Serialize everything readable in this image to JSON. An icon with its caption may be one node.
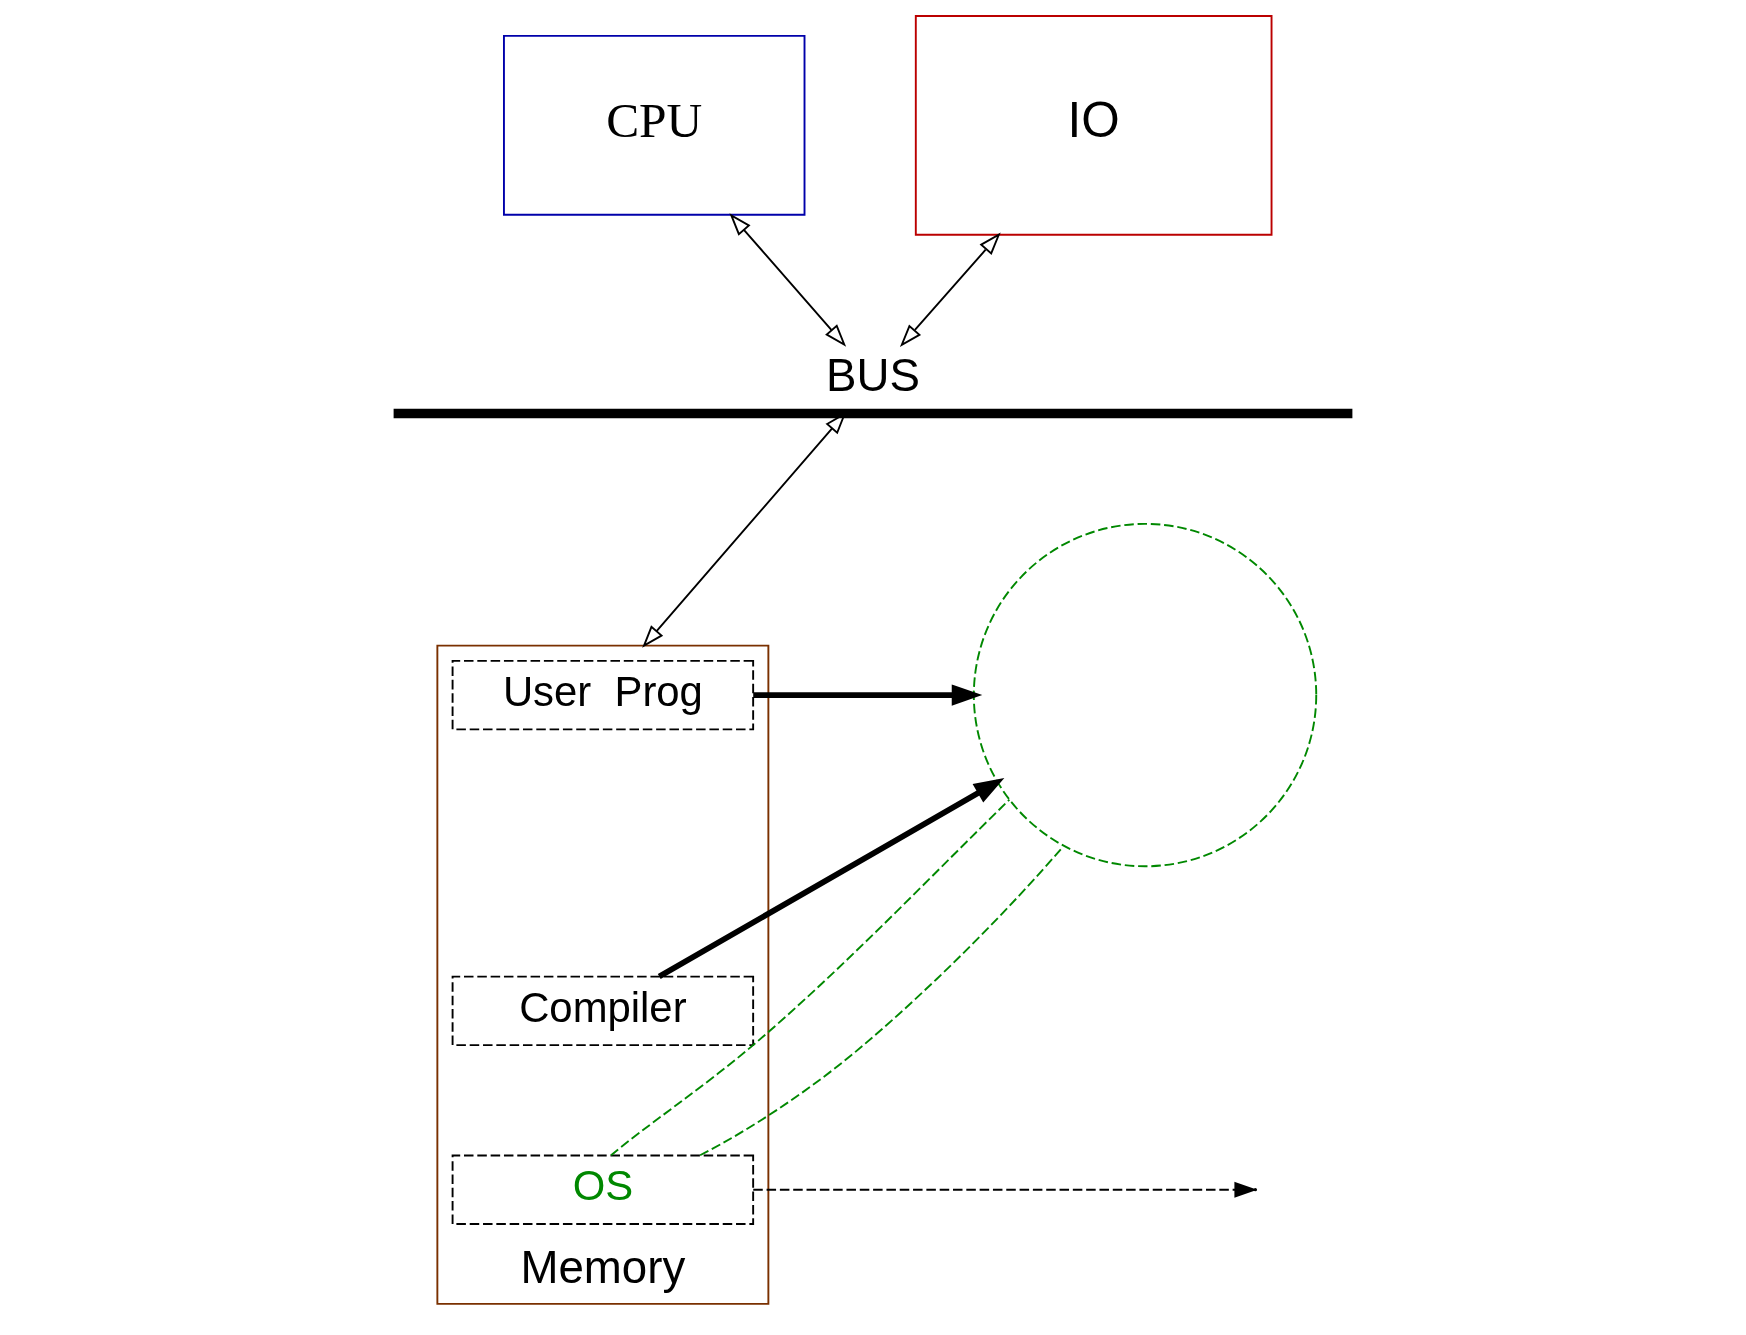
{
  "diagram": {
    "nodes": [
      {
        "text": [
          "CPU"
        ]
      },
      {
        "text": [
          "IO"
        ]
      },
      {
        "text": [
          "BUS"
        ]
      },
      {
        "text": [
          "Memory"
        ]
      },
      {
        "text": [
          "User  Prog"
        ],
        "in": 3
      },
      {
        "text": [
          "Compiler"
        ],
        "in": 3
      },
      {
        "text": [
          "OS"
        ],
        "in": 3
      },
      {
        "text": [],
        "shape": "circle"
      }
    ],
    "edges": [
      {
        "from": 0,
        "to": 2,
        "arrow": "both"
      },
      {
        "from": 1,
        "to": 2,
        "arrow": "both"
      },
      {
        "from": 2,
        "to": 3,
        "arrow": "both"
      },
      {
        "from": 4,
        "to": 7,
        "arrow": "to",
        "style": "thick"
      },
      {
        "from": 5,
        "to": 7,
        "arrow": "to",
        "style": "thick"
      },
      {
        "from": 6,
        "to": 7,
        "arrow": "none",
        "style": "dashed",
        "color": "#008800"
      },
      {
        "from": 6,
        "to": 7,
        "arrow": "none",
        "style": "dashed",
        "color": "#008800"
      },
      {
        "from": 6,
        "to": null,
        "arrow": "to",
        "style": "dashed"
      }
    ]
  }
}
